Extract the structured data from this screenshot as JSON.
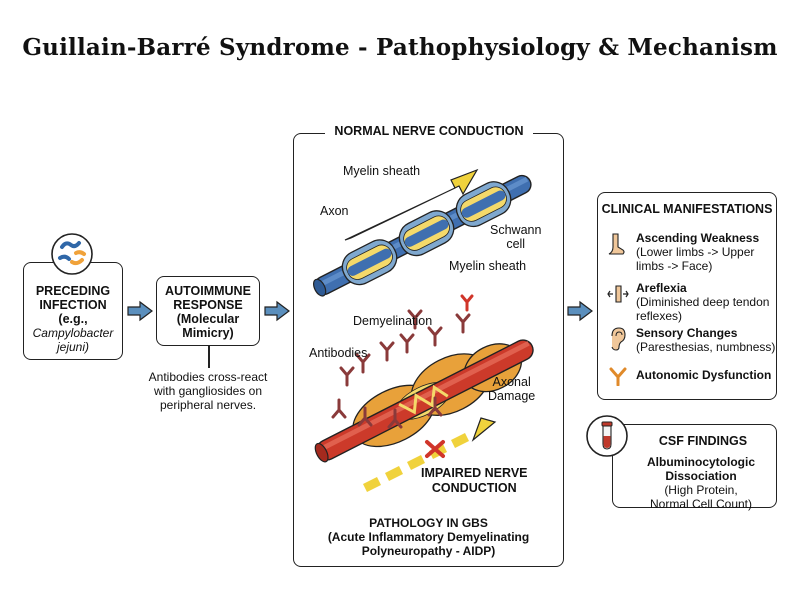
{
  "title": "Guillain-Barré Syndrome - Pathophysiology & Mechanism",
  "infection": {
    "line1": "PRECEDING",
    "line2": "INFECTION",
    "line3": "(e.g.,",
    "line4": "Campylobacter",
    "line5": "jejuni)"
  },
  "autoimmune": {
    "line1": "AUTOIMMUNE",
    "line2": "RESPONSE",
    "line3": "(Molecular",
    "line4": "Mimicry)",
    "note1": "Antibodies cross-react",
    "note2": "with gangliosides on",
    "note3": "peripheral nerves."
  },
  "center": {
    "normal_title": "NORMAL NERVE CONDUCTION",
    "labels": {
      "myelin_top": "Myelin sheath",
      "axon": "Axon",
      "schwann1": "Schwann",
      "schwann2": "cell",
      "myelin_bottom": "Myelin sheath",
      "demyelination": "Demyelination",
      "antibodies": "Antibodies",
      "axonal1": "Axonal",
      "axonal2": "Damage",
      "impaired1": "IMPAIRED NERVE",
      "impaired2": "CONDUCTION"
    },
    "pathology1": "PATHOLOGY IN GBS",
    "pathology2": "(Acute Inflammatory Demyelinating",
    "pathology3": "Polyneuropathy - AIDP)"
  },
  "clinical": {
    "title": "CLINICAL MANIFESTATIONS",
    "items": [
      {
        "icon": "foot-icon",
        "title": "Ascending Weakness",
        "line1": "(Lower limbs -> Upper",
        "line2": "limbs -> Face)"
      },
      {
        "icon": "reflex-hammer-icon",
        "title": "Areflexia",
        "line1": "(Diminished deep tendon",
        "line2": "reflexes)"
      },
      {
        "icon": "ear-icon",
        "title": "Sensory Changes",
        "line1": "(Paresthesias, numbness)",
        "line2": ""
      },
      {
        "icon": "autonomic-nerve-icon",
        "title": "Autonomic Dysfunction",
        "line1": "",
        "line2": ""
      }
    ]
  },
  "csf": {
    "title": "CSF FINDINGS",
    "line1": "Albuminocytologic",
    "line2": "Dissociation",
    "line3": "(High Protein,",
    "line4": "Normal Cell Count)"
  },
  "colors": {
    "arrow_blue": "#5b8fbd",
    "myelin_blue": "#7fa8cf",
    "axon_blue": "#3f6fb0",
    "axon_red": "#cc3a2a",
    "inflammation_orange": "#e8a13a",
    "arrow_yellow": "#f0d23c"
  }
}
